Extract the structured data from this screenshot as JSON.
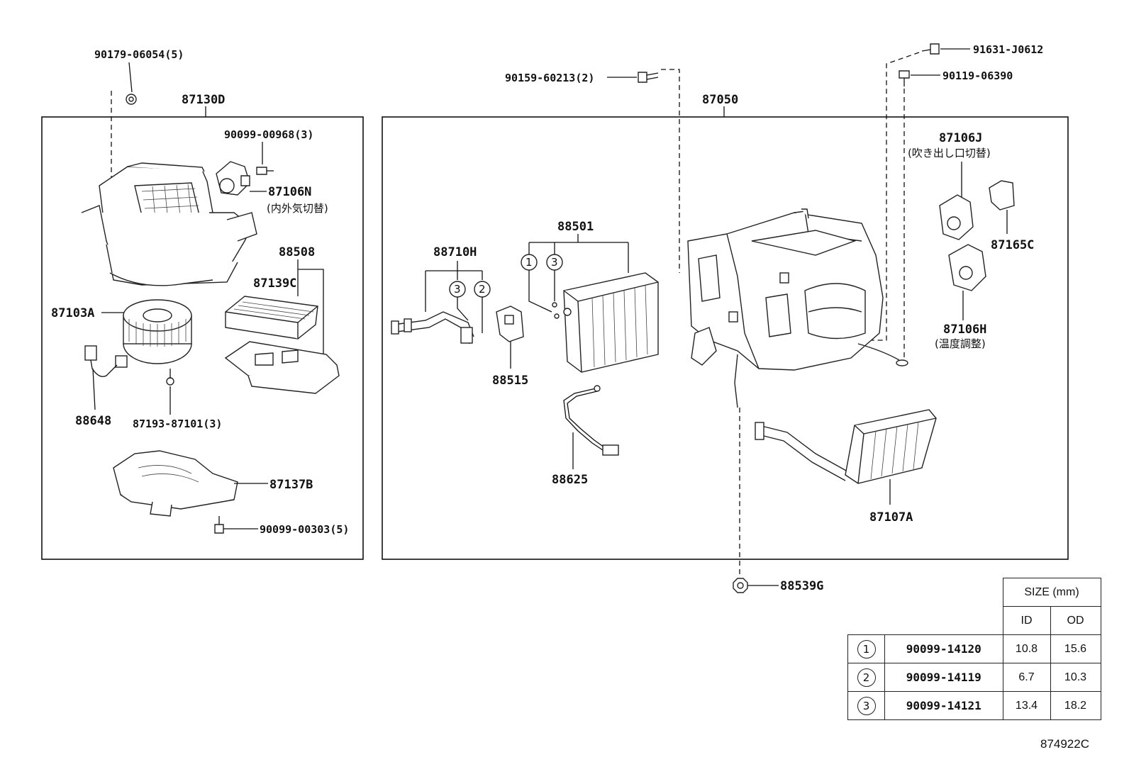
{
  "labels": {
    "p90179": "90179-06054(5)",
    "p87130D": "87130D",
    "p90099_00968": "90099-00968(3)",
    "p87106N": "87106N",
    "p87106N_sub": "(内外気切替)",
    "p88508": "88508",
    "p87139C": "87139C",
    "p87103A": "87103A",
    "p88648": "88648",
    "p87193": "87193-87101(3)",
    "p87137B": "87137B",
    "p90099_00303": "90099-00303(5)",
    "p90159": "90159-60213(2)",
    "p87050": "87050",
    "p91631": "91631-J0612",
    "p90119": "90119-06390",
    "p87106J": "87106J",
    "p87106J_sub": "(吹き出し口切替)",
    "p87165C": "87165C",
    "p87106H": "87106H",
    "p87106H_sub": "(温度調整)",
    "p88501": "88501",
    "p88710H": "88710H",
    "p88515": "88515",
    "p88625": "88625",
    "p87107A": "87107A",
    "p88539G": "88539G",
    "c1": "1",
    "c2": "2",
    "c3": "3"
  },
  "size_table": {
    "header": "SIZE (mm)",
    "col_id": "ID",
    "col_od": "OD",
    "rows": [
      {
        "ref": "1",
        "part": "90099-14120",
        "id": "10.8",
        "od": "15.6"
      },
      {
        "ref": "2",
        "part": "90099-14119",
        "id": "6.7",
        "od": "10.3"
      },
      {
        "ref": "3",
        "part": "90099-14121",
        "id": "13.4",
        "od": "18.2"
      }
    ]
  },
  "ref_code": "874922C"
}
